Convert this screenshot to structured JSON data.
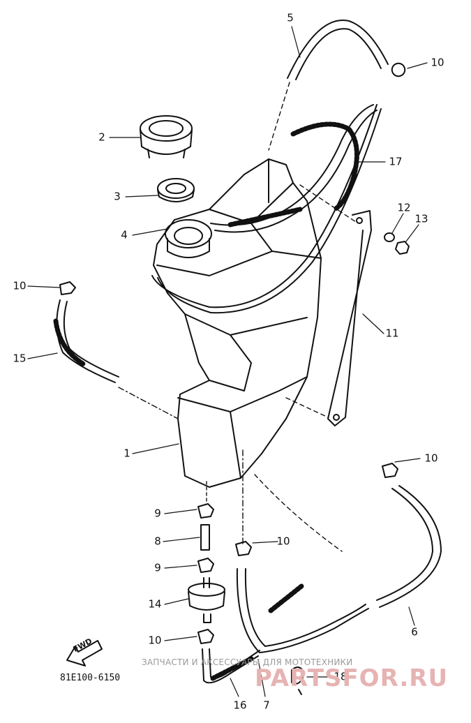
{
  "diagram_code": "81E100-6150",
  "fwd_label": "FWD",
  "watermark": {
    "caption": "ЗАПЧАСТИ И АКСЕССУАРЫ ДЛЯ МОТОТЕХНИКИ",
    "logo": "PARTSFOR.RU"
  },
  "callouts": [
    {
      "id": "c5",
      "label": "5"
    },
    {
      "id": "c10a",
      "label": "10"
    },
    {
      "id": "c2",
      "label": "2"
    },
    {
      "id": "c17",
      "label": "17"
    },
    {
      "id": "c3",
      "label": "3"
    },
    {
      "id": "c12",
      "label": "12"
    },
    {
      "id": "c13",
      "label": "13"
    },
    {
      "id": "c4",
      "label": "4"
    },
    {
      "id": "c10b",
      "label": "10"
    },
    {
      "id": "c11",
      "label": "11"
    },
    {
      "id": "c15",
      "label": "15"
    },
    {
      "id": "c1",
      "label": "1"
    },
    {
      "id": "c10c",
      "label": "10"
    },
    {
      "id": "c9a",
      "label": "9"
    },
    {
      "id": "c8",
      "label": "8"
    },
    {
      "id": "c10d",
      "label": "10"
    },
    {
      "id": "c9b",
      "label": "9"
    },
    {
      "id": "c14",
      "label": "14"
    },
    {
      "id": "c6",
      "label": "6"
    },
    {
      "id": "c10e",
      "label": "10"
    },
    {
      "id": "c18",
      "label": "18"
    },
    {
      "id": "c16",
      "label": "16"
    },
    {
      "id": "c7",
      "label": "7"
    }
  ]
}
